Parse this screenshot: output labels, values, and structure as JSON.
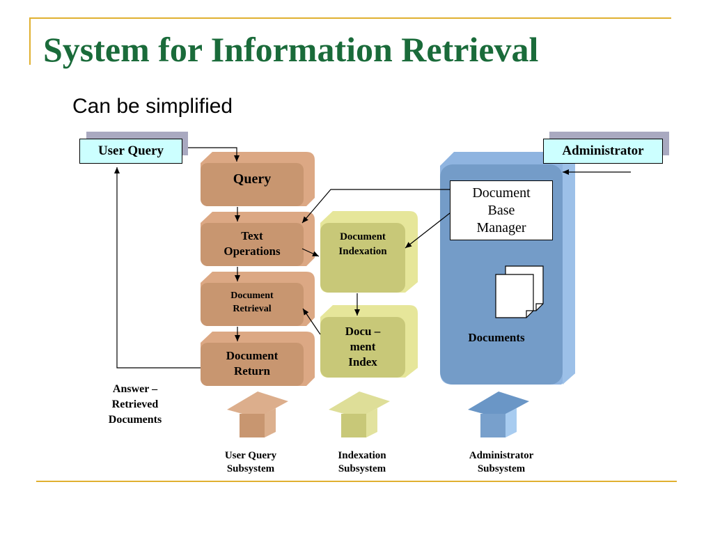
{
  "slide": {
    "title": "System for Information Retrieval",
    "subtitle": "Can be simplified"
  },
  "diagram": {
    "user_query": "User Query",
    "administrator": "Administrator",
    "query": "Query",
    "text_operations": "Text\nOperations",
    "document_retrieval": "Document\nRetrieval",
    "document_return": "Document\nReturn",
    "document_indexation": "Document\nIndexation",
    "document_index": "Docu –\nment\nIndex",
    "document_base_manager": "Document\nBase\nManager",
    "documents": "Documents",
    "answer": "Answer –\nRetrieved\nDocuments",
    "subsystems": {
      "user_query": "User  Query\nSubsystem",
      "indexation": "Indexation\nSubsystem",
      "administrator": "Administrator\nSubsystem"
    },
    "colors": {
      "user_query_subsystem": "#c89670",
      "indexation_subsystem": "#c8c878",
      "administrator_subsystem": "#78a0cc",
      "title": "#1a6b3a",
      "rule": "#e0b030",
      "cyan_box": "#ccffff"
    }
  }
}
